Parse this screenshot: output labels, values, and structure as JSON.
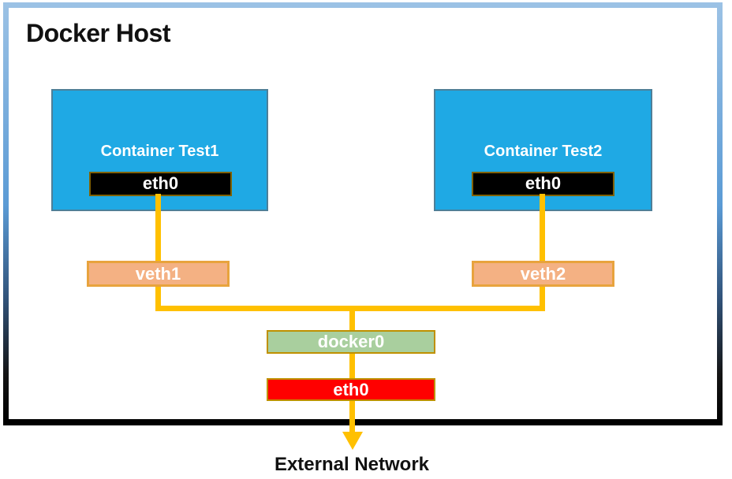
{
  "host": {
    "title": "Docker Host"
  },
  "containers": [
    {
      "name": "Container Test1",
      "interface": "eth0",
      "veth": "veth1"
    },
    {
      "name": "Container Test2",
      "interface": "eth0",
      "veth": "veth2"
    }
  ],
  "bridge": {
    "label": "docker0"
  },
  "host_interface": {
    "label": "eth0"
  },
  "external": {
    "label": "External Network"
  },
  "colors": {
    "container_fill": "#1FA9E4",
    "container_border": "#4E7F98",
    "iface_fill": "#000000",
    "iface_border": "#7F6000",
    "veth_fill": "#F4B183",
    "veth_border": "#E8A33D",
    "bridge_fill": "#A9CF9E",
    "gold_border": "#BF9000",
    "host_eth_fill": "#FF0000",
    "line": "#FFC000",
    "frame_top": "#9CC2E5",
    "frame_mid": "#5B9BD5",
    "frame_bottom": "#000000"
  }
}
